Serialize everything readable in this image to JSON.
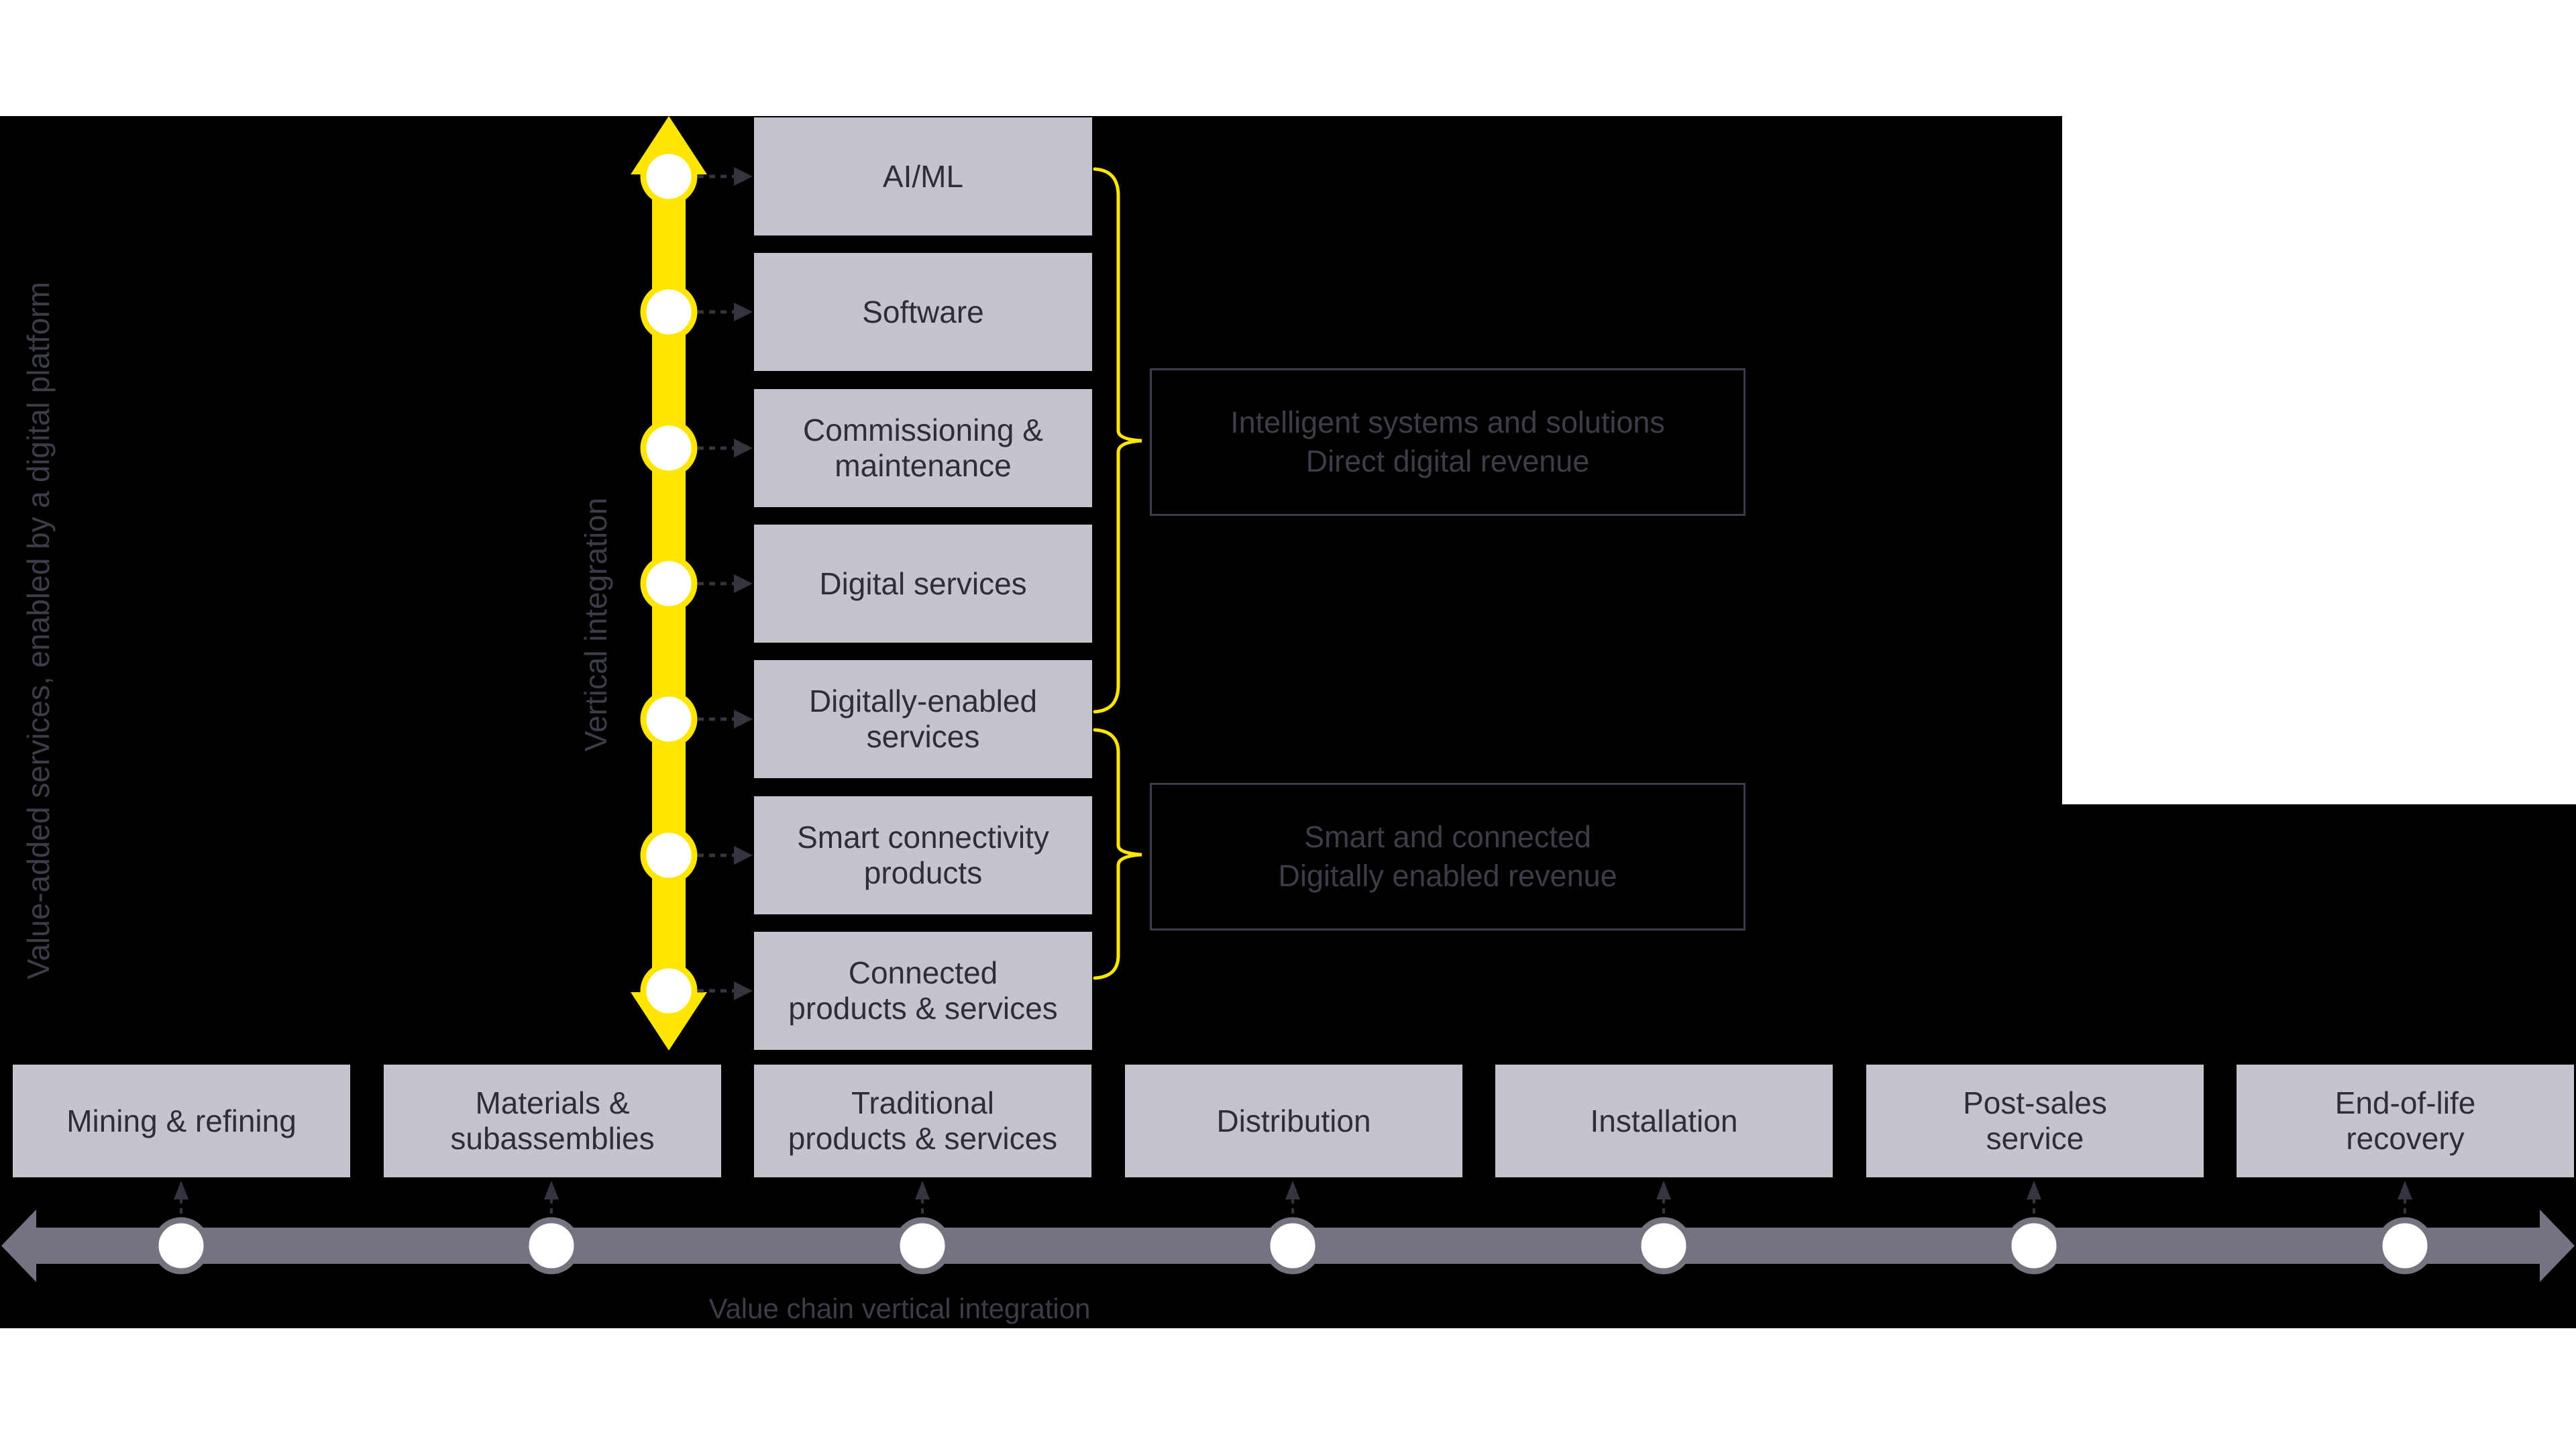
{
  "colors": {
    "background": "#FFFFFF",
    "panel_black": "#000000",
    "accent_yellow": "#FFE600",
    "box_gray": "#C4C4CD",
    "box_text": "#2E2E38",
    "muted_text": "#3B3D49",
    "chain_arrow_gray": "#747480",
    "connector_dash": "#35353F"
  },
  "left_axis_label": "Value-added services, enabled by a digital platform",
  "vertical_axis": {
    "label": "Vertical integration",
    "items": [
      "AI/ML",
      "Software",
      "Commissioning &\nmaintenance",
      "Digital services",
      "Digitally-enabled\nservices",
      "Smart connectivity\nproducts",
      "Connected\nproducts & services"
    ]
  },
  "revenue_groups": [
    {
      "label": "Intelligent systems and solutions\nDirect digital revenue"
    },
    {
      "label": "Smart and connected\nDigitally enabled revenue"
    }
  ],
  "horizontal_axis": {
    "label": "Value chain vertical integration",
    "items": [
      "Mining & refining",
      "Materials &\nsubassemblies",
      "Traditional\nproducts & services",
      "Distribution",
      "Installation",
      "Post-sales\nservice",
      "End-of-life\nrecovery"
    ]
  }
}
